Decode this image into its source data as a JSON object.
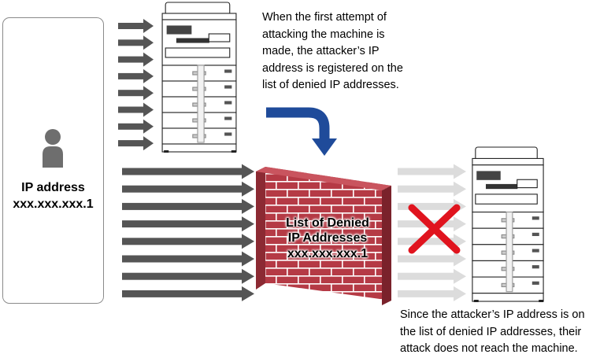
{
  "attacker": {
    "ip_label": "IP address",
    "ip_value": "xxx.xxx.xxx.1"
  },
  "note_top": [
    "When the first attempt of",
    "attacking the machine is",
    "made, the attacker’s IP",
    "address is registered on the",
    "list of denied IP addresses."
  ],
  "wall": {
    "title_line1": "List of Denied",
    "title_line2": "IP Addresses",
    "entry": "xxx.xxx.xxx.1"
  },
  "note_bottom": [
    "Since the attacker’s IP address is on",
    "the list of denied IP addresses, their",
    "attack does not reach the machine."
  ],
  "colors": {
    "arrow_dark": "#555555",
    "arrow_faded": "#dcdcdc",
    "redirect_arrow": "#1f4b9a",
    "brick": "#b53a45",
    "mortar": "#ffffff",
    "block_cross": "#e0141e"
  },
  "icons": [
    "person-icon",
    "printer-icon",
    "brick-wall-icon",
    "redirect-arrow-icon",
    "block-x-icon"
  ]
}
